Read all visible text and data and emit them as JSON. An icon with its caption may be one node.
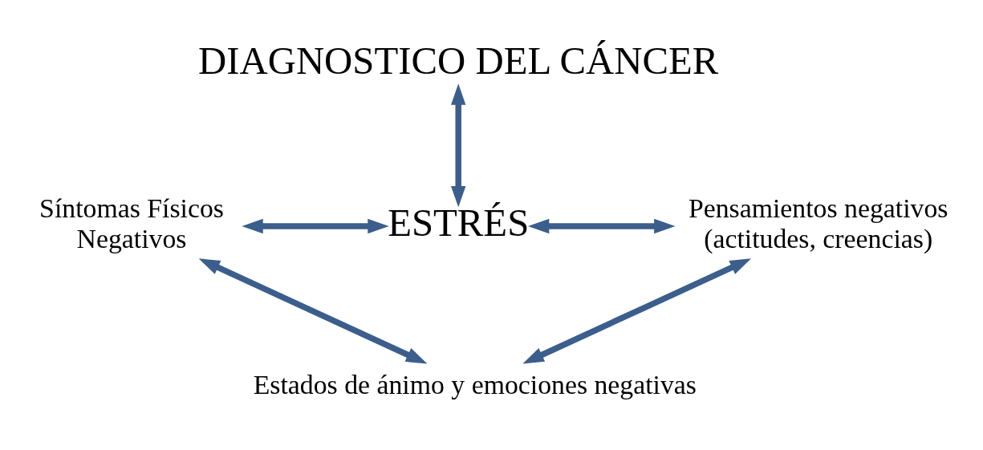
{
  "diagram": {
    "nodes": [
      {
        "text": [
          "DIAGNOSTICO DEL CÁNCER"
        ]
      },
      {
        "text": [
          "Síntomas Físicos Negativos"
        ]
      },
      {
        "text": [
          "ESTRÉS"
        ]
      },
      {
        "text": [
          "Pensamientos negativos (actitudes, creencias)"
        ]
      },
      {
        "text": [
          "Estados de ánimo y emociones negativas"
        ]
      }
    ],
    "edges": [
      {
        "from": 0,
        "to": 2,
        "arrow": "both"
      },
      {
        "from": 1,
        "to": 2,
        "arrow": "both"
      },
      {
        "from": 2,
        "to": 3,
        "arrow": "both"
      },
      {
        "from": 1,
        "to": 4,
        "arrow": "both"
      },
      {
        "from": 3,
        "to": 4,
        "arrow": "both"
      }
    ]
  }
}
